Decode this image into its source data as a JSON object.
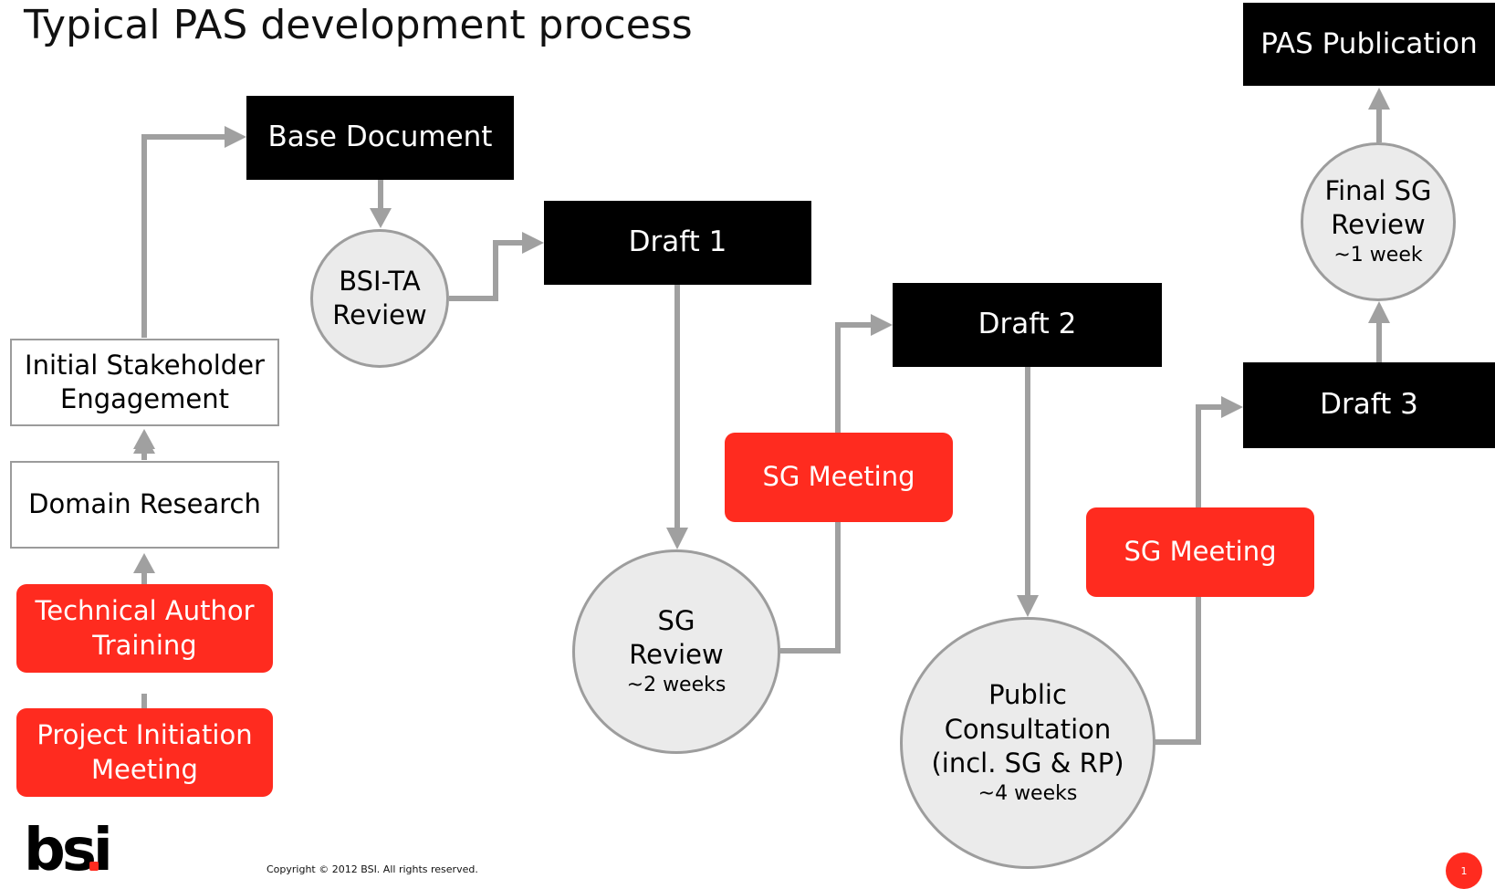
{
  "title": "Typical PAS development process",
  "nodes": {
    "pas_publication": "PAS Publication",
    "base_document": "Base Document",
    "draft1": "Draft 1",
    "draft2": "Draft 2",
    "draft3": "Draft 3",
    "bsi_ta_review": {
      "line1": "BSI-TA",
      "line2": "Review"
    },
    "final_sg_review": {
      "line1": "Final SG",
      "line2": "Review",
      "duration": "~1 week"
    },
    "sg_review": {
      "line1": "SG",
      "line2": "Review",
      "duration": "~2 weeks"
    },
    "public_consultation": {
      "line1": "Public",
      "line2": "Consultation",
      "line3": "(incl. SG & RP)",
      "duration": "~4 weeks"
    },
    "sg_meeting_1": "SG Meeting",
    "sg_meeting_2": "SG Meeting",
    "initial_stakeholder": {
      "line1": "Initial Stakeholder",
      "line2": "Engagement"
    },
    "domain_research": "Domain Research",
    "technical_author": {
      "line1": "Technical Author",
      "line2": "Training"
    },
    "project_initiation": {
      "line1": "Project Initiation",
      "line2": "Meeting"
    }
  },
  "footer": {
    "logo": "bsi",
    "copyright": "Copyright © 2012 BSI. All rights reserved.",
    "page_number": "1"
  },
  "colors": {
    "accent_red": "#ff2b1f",
    "box_black": "#000000",
    "circle_fill": "#ebebeb",
    "connector_grey": "#a0a0a0"
  }
}
